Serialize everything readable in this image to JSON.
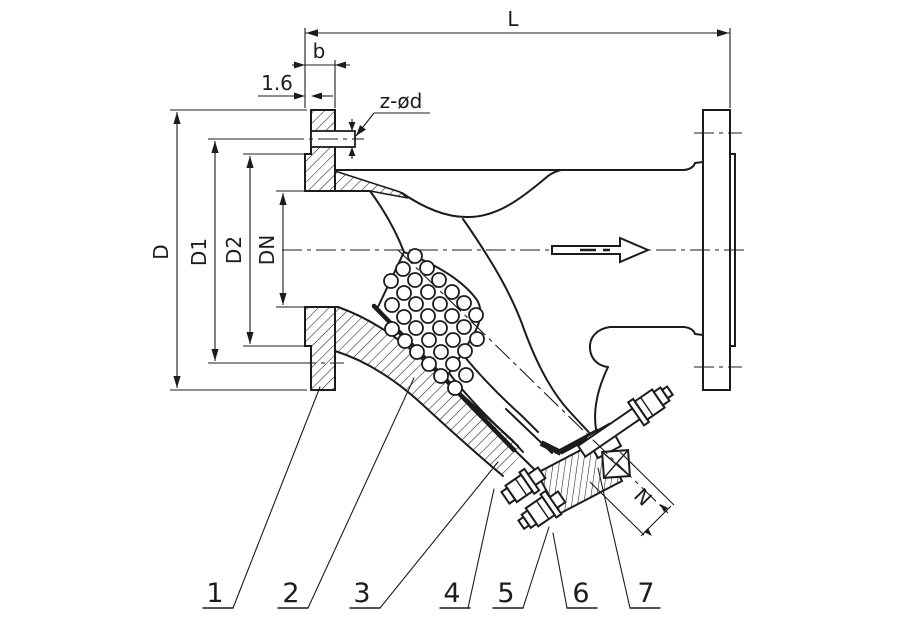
{
  "drawing": {
    "kind": "Y-type strainer sectional engineering drawing",
    "colors": {
      "line": "#1c1c1c",
      "background": "#ffffff"
    },
    "dims": {
      "length": "L",
      "flange_thickness": "b",
      "raised_face": "1.6",
      "bolt_holes": "z-ød",
      "flange_od": "D",
      "bolt_circle": "D1",
      "raised_face_dia": "D2",
      "nominal_bore": "DN",
      "plug_square": "N"
    },
    "parts": {
      "p1": "1",
      "p2": "2",
      "p3": "3",
      "p4": "4",
      "p5": "5",
      "p6": "6",
      "p7": "7"
    }
  }
}
